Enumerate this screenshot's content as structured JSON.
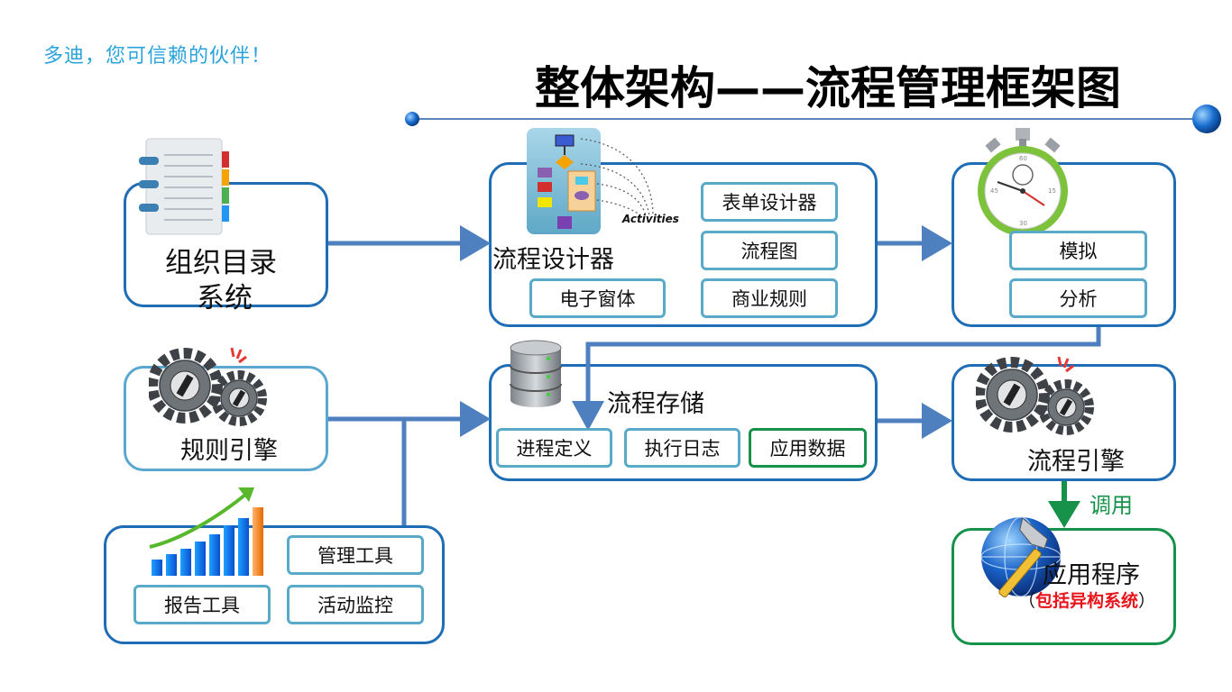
{
  "slogan": "多迪，您可信赖的伙伴！",
  "title": "整体架构——流程管理框架图",
  "org_directory": {
    "label_line1": "组织目录",
    "label_line2": "系统"
  },
  "process_designer": {
    "label": "流程设计器",
    "activities_caption": "Activities",
    "items": [
      "表单设计器",
      "流程图",
      "商业规则",
      "电子窗体"
    ]
  },
  "simulation": {
    "items": [
      "模拟",
      "分析"
    ]
  },
  "rule_engine": {
    "label": "规则引擎"
  },
  "process_storage": {
    "label": "流程存储",
    "items": [
      "进程定义",
      "执行日志",
      "应用数据"
    ]
  },
  "process_engine": {
    "label": "流程引擎"
  },
  "reporting": {
    "items": [
      "管理工具",
      "报告工具",
      "活动监控"
    ]
  },
  "invoke_label": "调用",
  "application": {
    "label": "应用程序",
    "note_open": "（",
    "note": "包括异构系统",
    "note_close": "）"
  },
  "colors": {
    "blue_border": "#1f6db4",
    "arrow": "#4e7fbf",
    "green": "#16924a",
    "slogan": "#2aa3dc",
    "note_red": "#e8141c"
  },
  "icons": [
    "notebook-icon",
    "flowchart-icon",
    "stopwatch-icon",
    "gears-icon",
    "database-icon",
    "bar-chart-icon",
    "globe-hammer-icon"
  ]
}
